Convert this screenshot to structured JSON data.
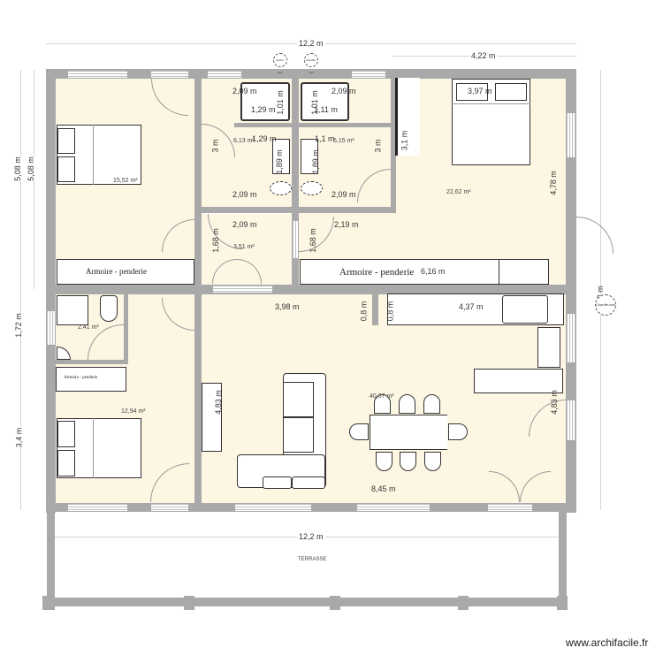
{
  "plan": {
    "watermark": "www.archifacile.fr",
    "colors": {
      "wall": "#a9a9a9",
      "floor": "#fdf6e3",
      "furniture": "#ffffff",
      "dimension_line": "#d4d4d4"
    },
    "dimensions": {
      "top_total": "12,2 m",
      "top_right": "4,22 m",
      "left_outer_1": "5,08 m",
      "left_outer_2": "5,08 m",
      "left_mid": "1,72 m",
      "left_bottom": "3,4 m",
      "right_total": "10,2 m",
      "terrace_width": "12,2 m",
      "shower1_w": "2,09 m",
      "shower1_inner": "1,29 m",
      "shower1_depth": "1,01 m",
      "shower2_w": "2,09 m",
      "shower2_inner": "1,11 m",
      "shower2_depth": "1,01 m",
      "bath1_w_top": "1,29 m",
      "bath2_w_top": "1,1 m",
      "bath1_h": "1,89 m",
      "bath2_h": "1,89 m",
      "bath1_height": "3 m",
      "bath2_height": "3 m",
      "bath1_bottom": "2,09 m",
      "bath2_bottom": "2,09 m",
      "hall_w": "2,09 m",
      "hall_h": "1,68 m",
      "hall2_w": "2,19 m",
      "hall2_h": "1,68 m",
      "closet_h": "3,1 m",
      "bed1_w": "3,97 m",
      "bedroom3_h": "4,78 m",
      "wardrobe_w": "6,16 m",
      "living_w_top": "3,98 m",
      "pillar1_h": "0,8 m",
      "pillar2_h": "0,8 m",
      "kitchen_w": "4,37 m",
      "living_left_h": "4,83 m",
      "living_right_h": "4,83 m",
      "living_bottom_w": "8,45 m"
    },
    "rooms": {
      "bedroom1_area": "15,52 m²",
      "bathroom1_area": "6,13 m²",
      "bathroom2_area": "6,15 m²",
      "hall_area": "3,51 m²",
      "bedroom3_area": "22,62 m²",
      "wc_area": "2,41 m²",
      "bedroom2_area": "12,94 m²",
      "living_area": "40,67 m²",
      "terrace_label": "TERRASSE"
    },
    "labels": {
      "wardrobe1": "Armoire - penderie",
      "wardrobe2": "Armoire - penderie",
      "wardrobe3": "Armoire - penderie",
      "closet_small": "Armoire - penderie",
      "water_heater": "Chauffe-eau",
      "tag1": "Seche-serv.",
      "tag2": "Chauffe-eau"
    }
  }
}
